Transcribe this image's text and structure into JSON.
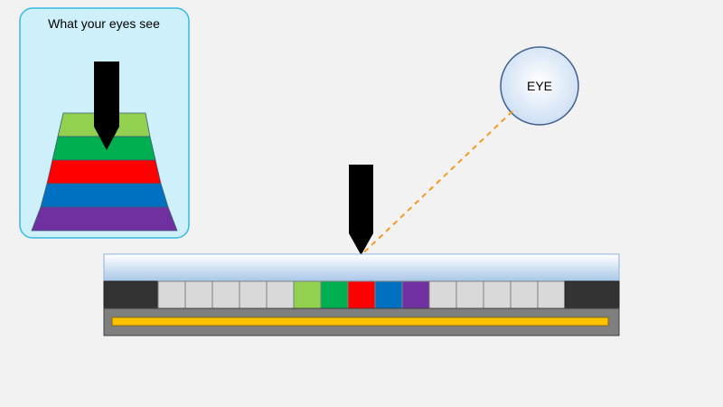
{
  "inset": {
    "title": "What your eyes see",
    "background": "#cdf0fb",
    "border": "#36b9e6",
    "layers": [
      {
        "name": "light-green",
        "color": "#92d050"
      },
      {
        "name": "green",
        "color": "#00b050"
      },
      {
        "name": "red",
        "color": "#ff0000"
      },
      {
        "name": "blue",
        "color": "#0070c0"
      },
      {
        "name": "purple",
        "color": "#7030a0"
      }
    ]
  },
  "eye": {
    "label": "EYE"
  },
  "sight_line_color": "#f59a23",
  "pointer_color": "#000000",
  "device": {
    "cover_gradient": [
      "#ffffff",
      "#a8c7e8"
    ],
    "segments": [
      {
        "kind": "end",
        "color": "#333333"
      },
      {
        "kind": "blank",
        "color": "#d9d9d9"
      },
      {
        "kind": "blank",
        "color": "#d9d9d9"
      },
      {
        "kind": "blank",
        "color": "#d9d9d9"
      },
      {
        "kind": "blank",
        "color": "#d9d9d9"
      },
      {
        "kind": "blank",
        "color": "#d9d9d9"
      },
      {
        "kind": "light-green",
        "color": "#92d050"
      },
      {
        "kind": "green",
        "color": "#00b050"
      },
      {
        "kind": "red",
        "color": "#ff0000"
      },
      {
        "kind": "blue",
        "color": "#0070c0"
      },
      {
        "kind": "purple",
        "color": "#7030a0"
      },
      {
        "kind": "blank",
        "color": "#d9d9d9"
      },
      {
        "kind": "blank",
        "color": "#d9d9d9"
      },
      {
        "kind": "blank",
        "color": "#d9d9d9"
      },
      {
        "kind": "blank",
        "color": "#d9d9d9"
      },
      {
        "kind": "blank",
        "color": "#d9d9d9"
      },
      {
        "kind": "end",
        "color": "#333333"
      }
    ],
    "base_color": "#7f7f7f",
    "strip_color": "#ffc000"
  }
}
